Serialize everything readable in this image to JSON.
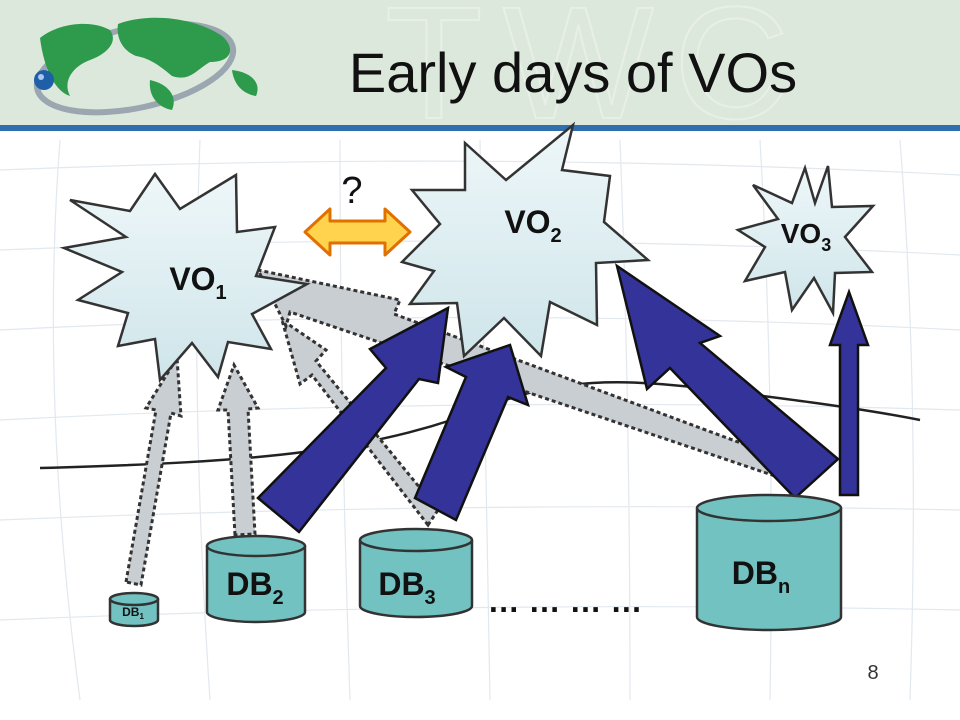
{
  "slide": {
    "title": "Early days of VOs",
    "watermark": "TWC",
    "page_number": "8"
  },
  "organizations": [
    {
      "base": "VO",
      "sub": "1"
    },
    {
      "base": "VO",
      "sub": "2"
    },
    {
      "base": "VO",
      "sub": "3"
    }
  ],
  "databases": [
    {
      "base": "DB",
      "sub": "1"
    },
    {
      "base": "DB",
      "sub": "2"
    },
    {
      "base": "DB",
      "sub": "3"
    },
    {
      "base": "DB",
      "sub": "n"
    }
  ],
  "question_mark": "?",
  "ellipsis": "… … … …",
  "colors": {
    "header_bg": "#dde8dc",
    "header_rule": "#2f6fae",
    "burst_fill": "#dcecf0",
    "cylinder_fill": "#72c2c2",
    "solid_arrow": "#333399",
    "dotted_arrow": "#c9ced3",
    "double_arrow_fill": "#ffd34d",
    "double_arrow_stroke": "#e07000"
  },
  "icons": [
    "globe-logo-icon"
  ]
}
